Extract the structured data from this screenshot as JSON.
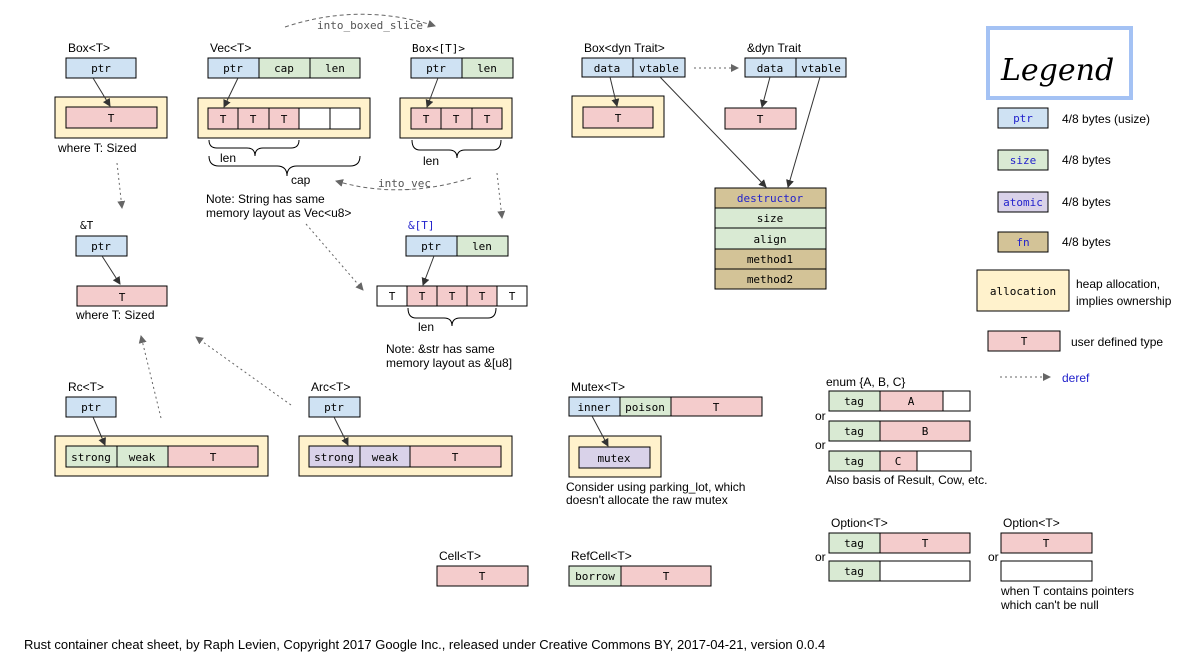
{
  "legend": {
    "title": "Legend",
    "items": [
      {
        "swatch": "ptr",
        "text": "4/8 bytes (usize)"
      },
      {
        "swatch": "size",
        "text": "4/8 bytes"
      },
      {
        "swatch": "atomic",
        "text": "4/8 bytes"
      },
      {
        "swatch": "fn",
        "text": "4/8 bytes"
      }
    ],
    "allocation": {
      "swatch": "allocation",
      "heap": "heap",
      "line1": "allocation,",
      "line2": "implies ownership"
    },
    "user": {
      "swatch": "T",
      "text": "user defined type"
    },
    "deref": "deref"
  },
  "box": {
    "name": "Box",
    "param": "<T>",
    "ptr": "ptr",
    "t": "T",
    "where": "where T:",
    "sized": "Sized"
  },
  "ref": {
    "name": "&T",
    "ptr": "ptr",
    "t": "T",
    "where": "where T:",
    "sized": "Sized"
  },
  "vec": {
    "name": "Vec",
    "param": "<T>",
    "fields": [
      "ptr",
      "cap",
      "len"
    ],
    "elems": [
      "T",
      "T",
      "T"
    ],
    "len": "len",
    "cap": "cap",
    "note1a": "Note: ",
    "note1b": "String",
    "note1c": " has same",
    "note2a": "memory layout as ",
    "note2b": "Vec<u8>"
  },
  "into_boxed_slice": "into_boxed_slice",
  "into_vec": "into_vec",
  "boxslice": {
    "name": "Box<[T]>",
    "fields": [
      "ptr",
      "len"
    ],
    "elems": [
      "T",
      "T",
      "T"
    ],
    "len": "len"
  },
  "slice": {
    "name": "&[T]",
    "fields": [
      "ptr",
      "len"
    ],
    "elems": [
      "T",
      "T",
      "T",
      "T",
      "T"
    ],
    "len": "len",
    "note1a": "Note: ",
    "note1b": "&str",
    "note1c": " has same",
    "note2a": "memory layout as ",
    "note2b": "&[u8]"
  },
  "boxdyn": {
    "name": "Box<dyn ",
    "trait": "Trait",
    "close": ">",
    "fields": [
      "data",
      "vtable"
    ],
    "t": "T"
  },
  "refdyn": {
    "name": "&dyn ",
    "trait": "Trait",
    "fields": [
      "data",
      "vtable"
    ],
    "t": "T"
  },
  "vtable": [
    "destructor",
    "size",
    "align",
    "method1",
    "method2"
  ],
  "rc": {
    "name": "Rc",
    "param": "<T>",
    "ptr": "ptr",
    "fields": [
      "strong",
      "weak",
      "T"
    ]
  },
  "arc": {
    "name": "Arc",
    "param": "<T>",
    "ptr": "ptr",
    "fields": [
      "strong",
      "weak",
      "T"
    ]
  },
  "mutex": {
    "name": "Mutex",
    "param": "<T>",
    "fields": [
      "inner",
      "poison",
      "T"
    ],
    "mutex": "mutex",
    "note1a": "Consider using ",
    "note1b": "parking_lot",
    "note1c": ", which",
    "note2": "doesn't allocate the raw mutex"
  },
  "enum": {
    "name": "enum",
    "variants": "{A, B, C}",
    "tag": "tag",
    "a": "A",
    "b": "B",
    "c": "C",
    "or": "or",
    "note1": "Also basis of ",
    "result": "Result",
    "sep": ", ",
    "cow": "Cow",
    "etc": ", etc."
  },
  "option1": {
    "name": "Option",
    "param": "<T>",
    "tag": "tag",
    "t": "T",
    "or": "or"
  },
  "option2": {
    "name": "Option",
    "param": "<T>",
    "t": "T",
    "or": "or",
    "note1": "when T contains pointers",
    "note2a": "which ",
    "note2b": "can't be null"
  },
  "cell": {
    "name": "Cell",
    "param": "<T>",
    "t": "T"
  },
  "refcell": {
    "name": "RefCell",
    "param": "<T>",
    "borrow": "borrow",
    "t": "T"
  },
  "footer": "Rust container cheat sheet, by Raph Levien, Copyright 2017 Google Inc., released under Creative Commons BY, 2017-04-21, version 0.0.4"
}
